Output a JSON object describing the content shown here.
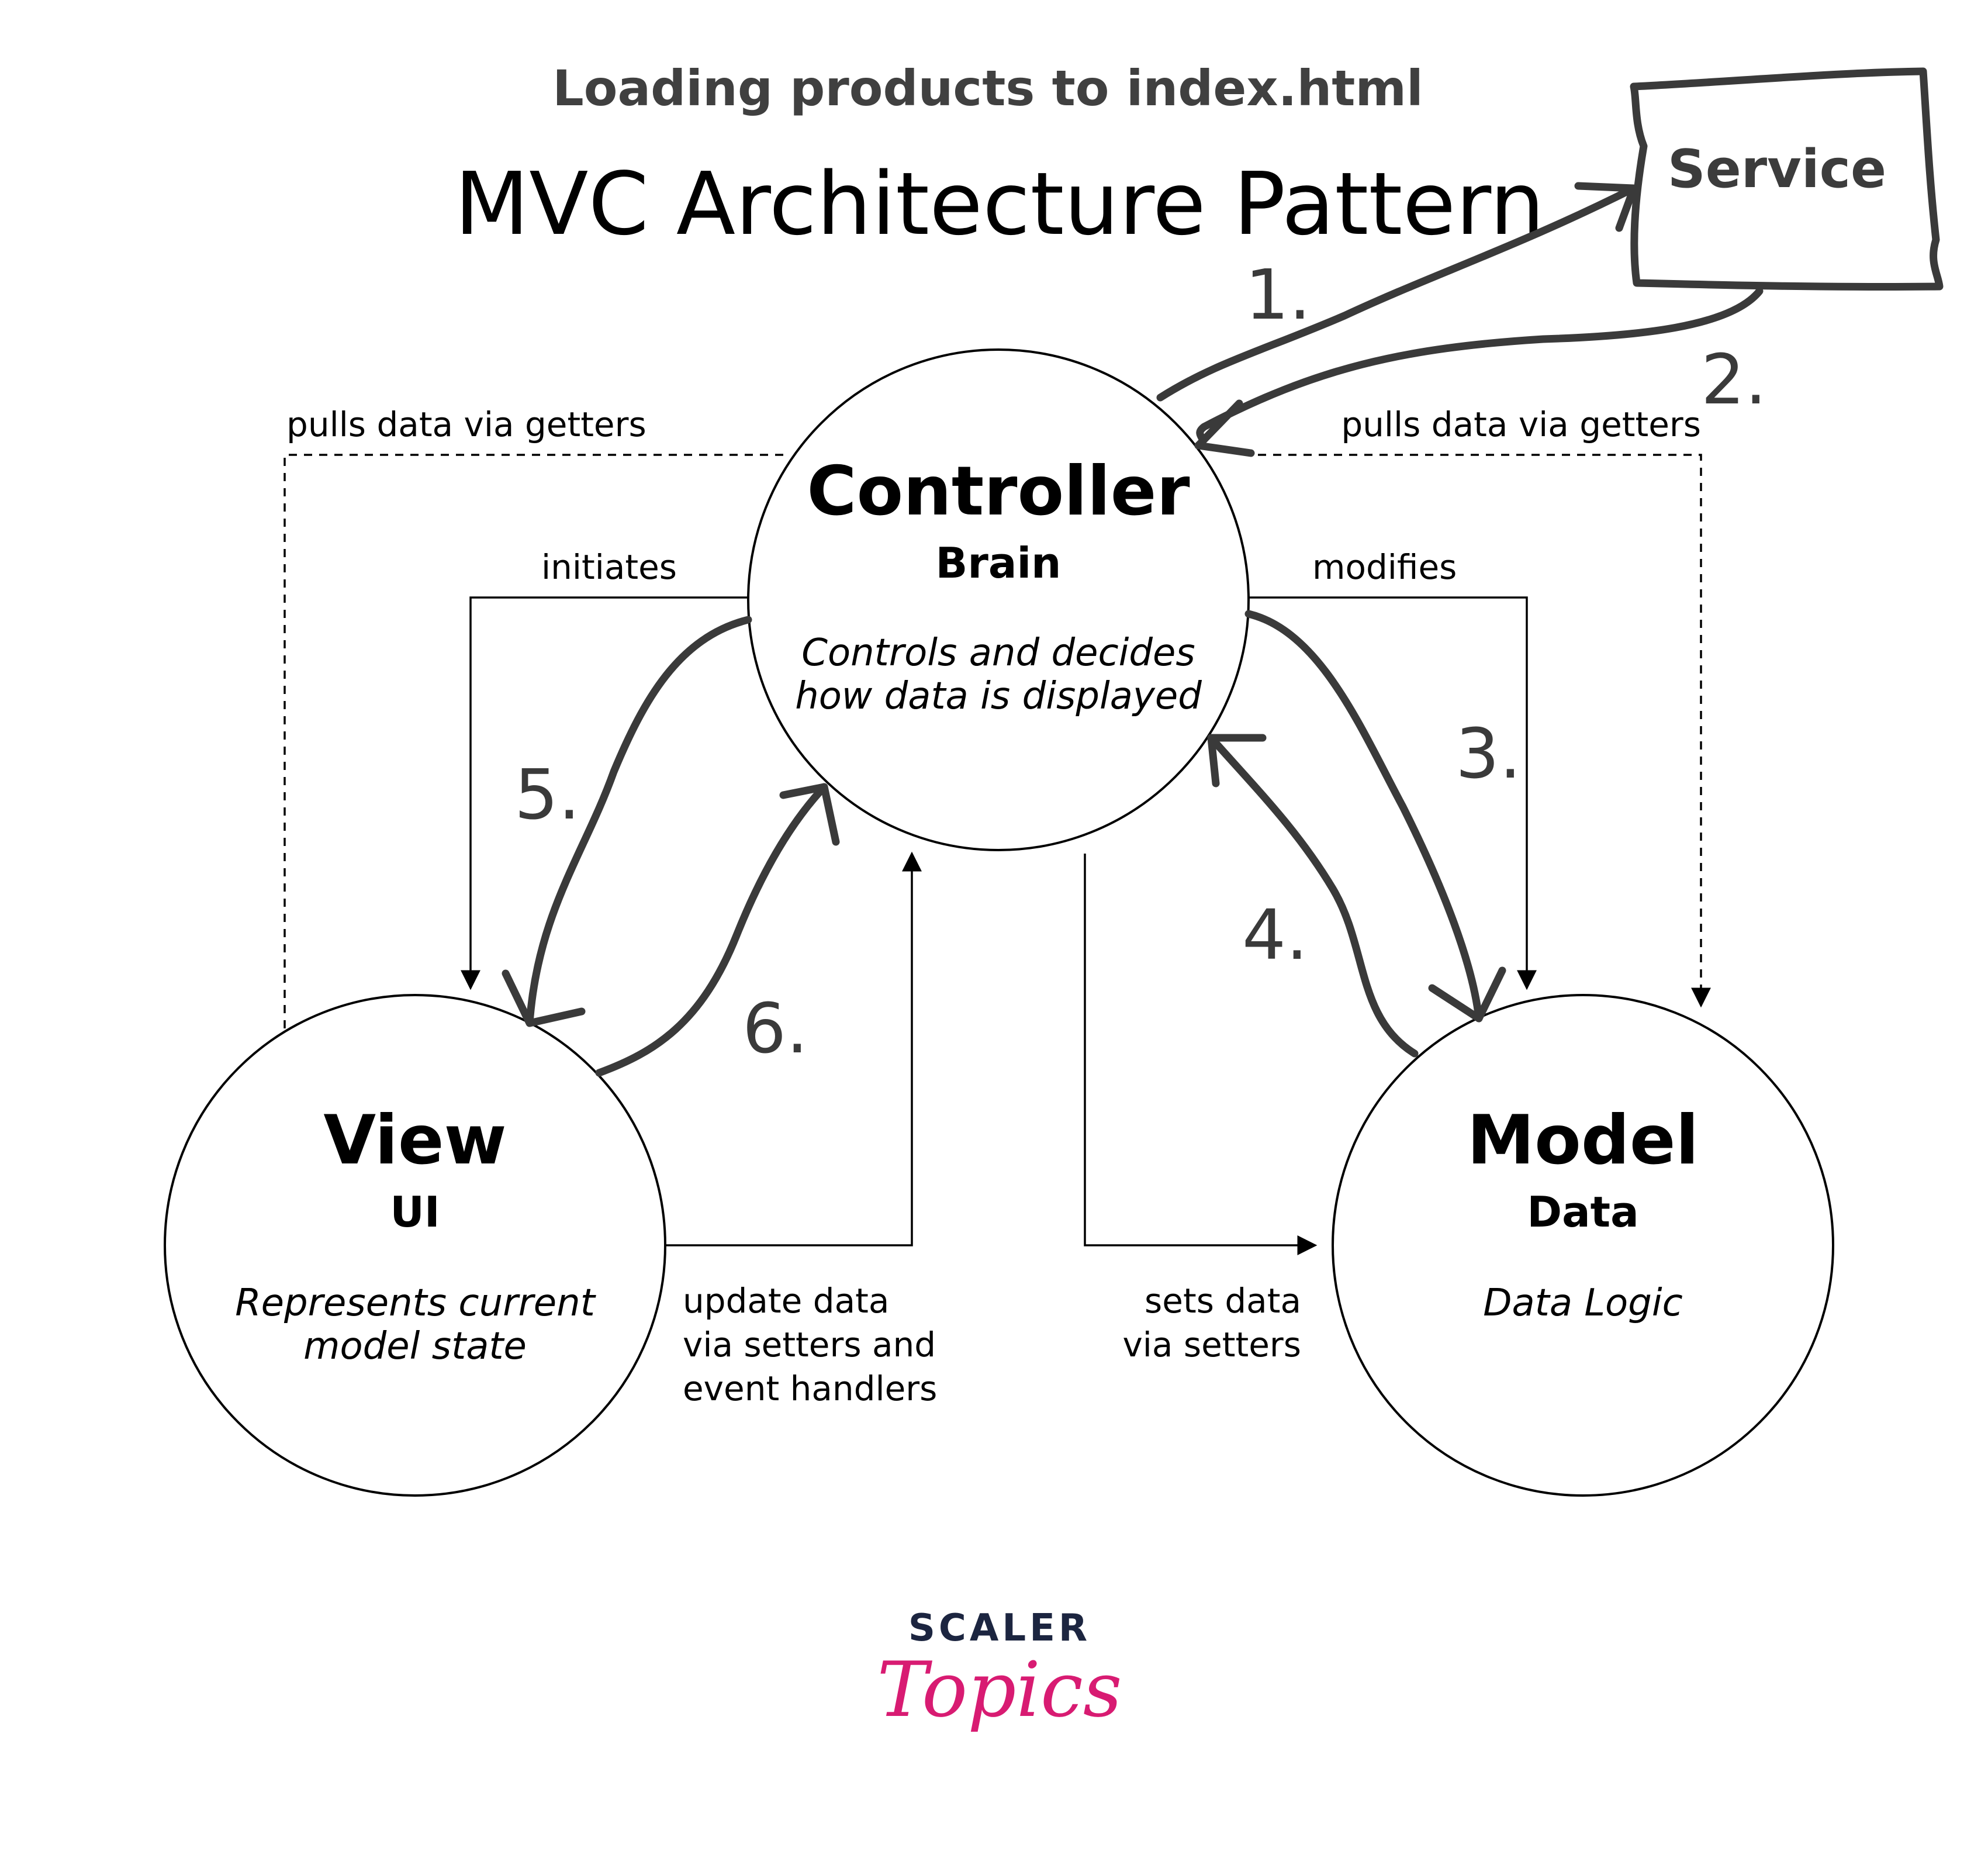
{
  "heading": "Loading products to index.html",
  "title": "MVC Architecture Pattern",
  "service": {
    "label": "Service"
  },
  "controller": {
    "name": "Controller",
    "subtitle": "Brain",
    "desc_line1": "Controls and decides",
    "desc_line2": "how data is displayed"
  },
  "view": {
    "name": "View",
    "subtitle": "UI",
    "desc_line1": "Represents current",
    "desc_line2": "model state"
  },
  "model": {
    "name": "Model",
    "subtitle": "Data",
    "desc_line1": "Data Logic"
  },
  "edges": {
    "pulls_left": "pulls data via getters",
    "pulls_right": "pulls data via getters",
    "initiates": "initiates",
    "modifies": "modifies",
    "update_line1": "update data",
    "update_line2": "via setters and",
    "update_line3": "event handlers",
    "sets_line1": "sets data",
    "sets_line2": "via setters"
  },
  "steps": [
    "1.",
    "2.",
    "3.",
    "4.",
    "5.",
    "6."
  ],
  "brand": {
    "top": "SCALER",
    "bottom": "Topics"
  },
  "colors": {
    "ink": "#000000",
    "marker": "#3a3a3a",
    "heading": "#404040",
    "brand_navy": "#1c2540",
    "brand_pink": "#d81b72"
  }
}
